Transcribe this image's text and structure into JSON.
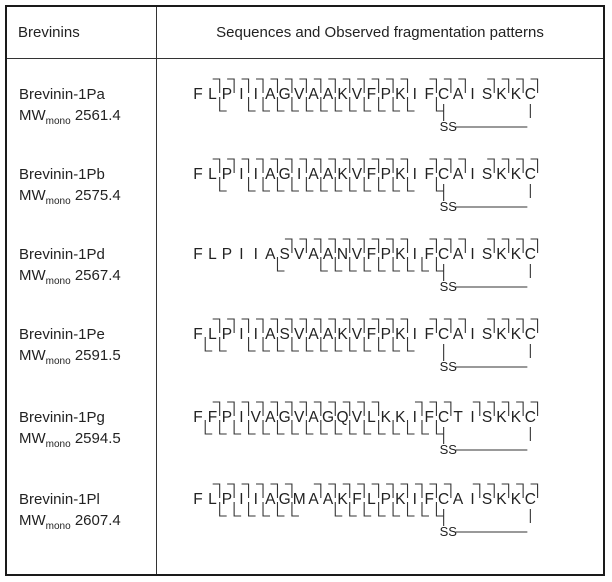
{
  "header": {
    "col1": "Brevinins",
    "col2": "Sequences and Observed fragmentation patterns"
  },
  "rows": [
    {
      "name": "Brevinin-1Pa",
      "mw_label": "MW",
      "mw_sub": "mono",
      "mw_value": "2561.4",
      "sequence": "FLPIIAGVAAKVFPKIFCAISKKC",
      "b_ions": [
        2,
        3,
        4,
        5,
        6,
        7,
        8,
        9,
        10,
        11,
        12,
        13,
        14,
        15,
        17,
        18,
        19,
        21,
        22,
        23,
        24
      ],
      "y_ions": [
        2,
        4,
        5,
        6,
        7,
        8,
        9,
        10,
        11,
        12,
        13,
        14,
        15,
        17
      ]
    },
    {
      "name": "Brevinin-1Pb",
      "mw_label": "MW",
      "mw_sub": "mono",
      "mw_value": "2575.4",
      "sequence": "FLPIIAGIAAKVFPKIFCAISKKC",
      "b_ions": [
        2,
        3,
        4,
        5,
        6,
        7,
        8,
        9,
        10,
        11,
        12,
        13,
        14,
        15,
        17,
        18,
        19,
        21,
        22,
        23,
        24
      ],
      "y_ions": [
        2,
        4,
        5,
        6,
        7,
        8,
        9,
        10,
        11,
        12,
        13,
        14,
        15,
        17
      ]
    },
    {
      "name": "Brevinin-1Pd",
      "mw_label": "MW",
      "mw_sub": "mono",
      "mw_value": "2567.4",
      "sequence": "FLPIIASVAANVFPKIFCAISKKC",
      "b_ions": [
        7,
        8,
        9,
        10,
        11,
        12,
        13,
        14,
        15,
        17,
        18,
        19,
        21,
        22,
        23,
        24
      ],
      "y_ions": [
        6,
        9,
        10,
        11,
        12,
        13,
        14,
        15,
        16,
        17
      ]
    },
    {
      "name": "Brevinin-1Pe",
      "mw_label": "MW",
      "mw_sub": "mono",
      "mw_value": "2591.5",
      "sequence": "FLPIIASVAAKVFPKIFCAISKKC",
      "b_ions": [
        2,
        3,
        4,
        5,
        6,
        7,
        8,
        9,
        10,
        11,
        12,
        13,
        14,
        15,
        17,
        18,
        19,
        21,
        22,
        23,
        24
      ],
      "y_ions": [
        1,
        2,
        4,
        5,
        6,
        7,
        8,
        9,
        10,
        11,
        12,
        13,
        14,
        15
      ]
    },
    {
      "name": "Brevinin-1Pg",
      "mw_label": "MW",
      "mw_sub": "mono",
      "mw_value": "2594.5",
      "sequence": "FFPIVAGVAGQVLKKIFCTISKKC",
      "b_ions": [
        2,
        3,
        4,
        5,
        6,
        7,
        8,
        9,
        10,
        11,
        12,
        13,
        16,
        17,
        18,
        20,
        21,
        22,
        23,
        24
      ],
      "y_ions": [
        1,
        2,
        3,
        4,
        5,
        6,
        7,
        8,
        9,
        10,
        11,
        12,
        13,
        14,
        15,
        16,
        17
      ]
    },
    {
      "name": "Brevinin-1Pl",
      "mw_label": "MW",
      "mw_sub": "mono",
      "mw_value": "2607.4",
      "sequence": "FLPIIAGMAAKFLPKIFCAISKKC",
      "b_ions": [
        2,
        3,
        4,
        5,
        6,
        7,
        9,
        10,
        11,
        12,
        13,
        14,
        15,
        16,
        17,
        18,
        20,
        21,
        22,
        23,
        24
      ],
      "y_ions": [
        2,
        3,
        4,
        5,
        6,
        7,
        10,
        11,
        12,
        13,
        14,
        15,
        16,
        17
      ]
    }
  ],
  "disulfide_label": "SS"
}
